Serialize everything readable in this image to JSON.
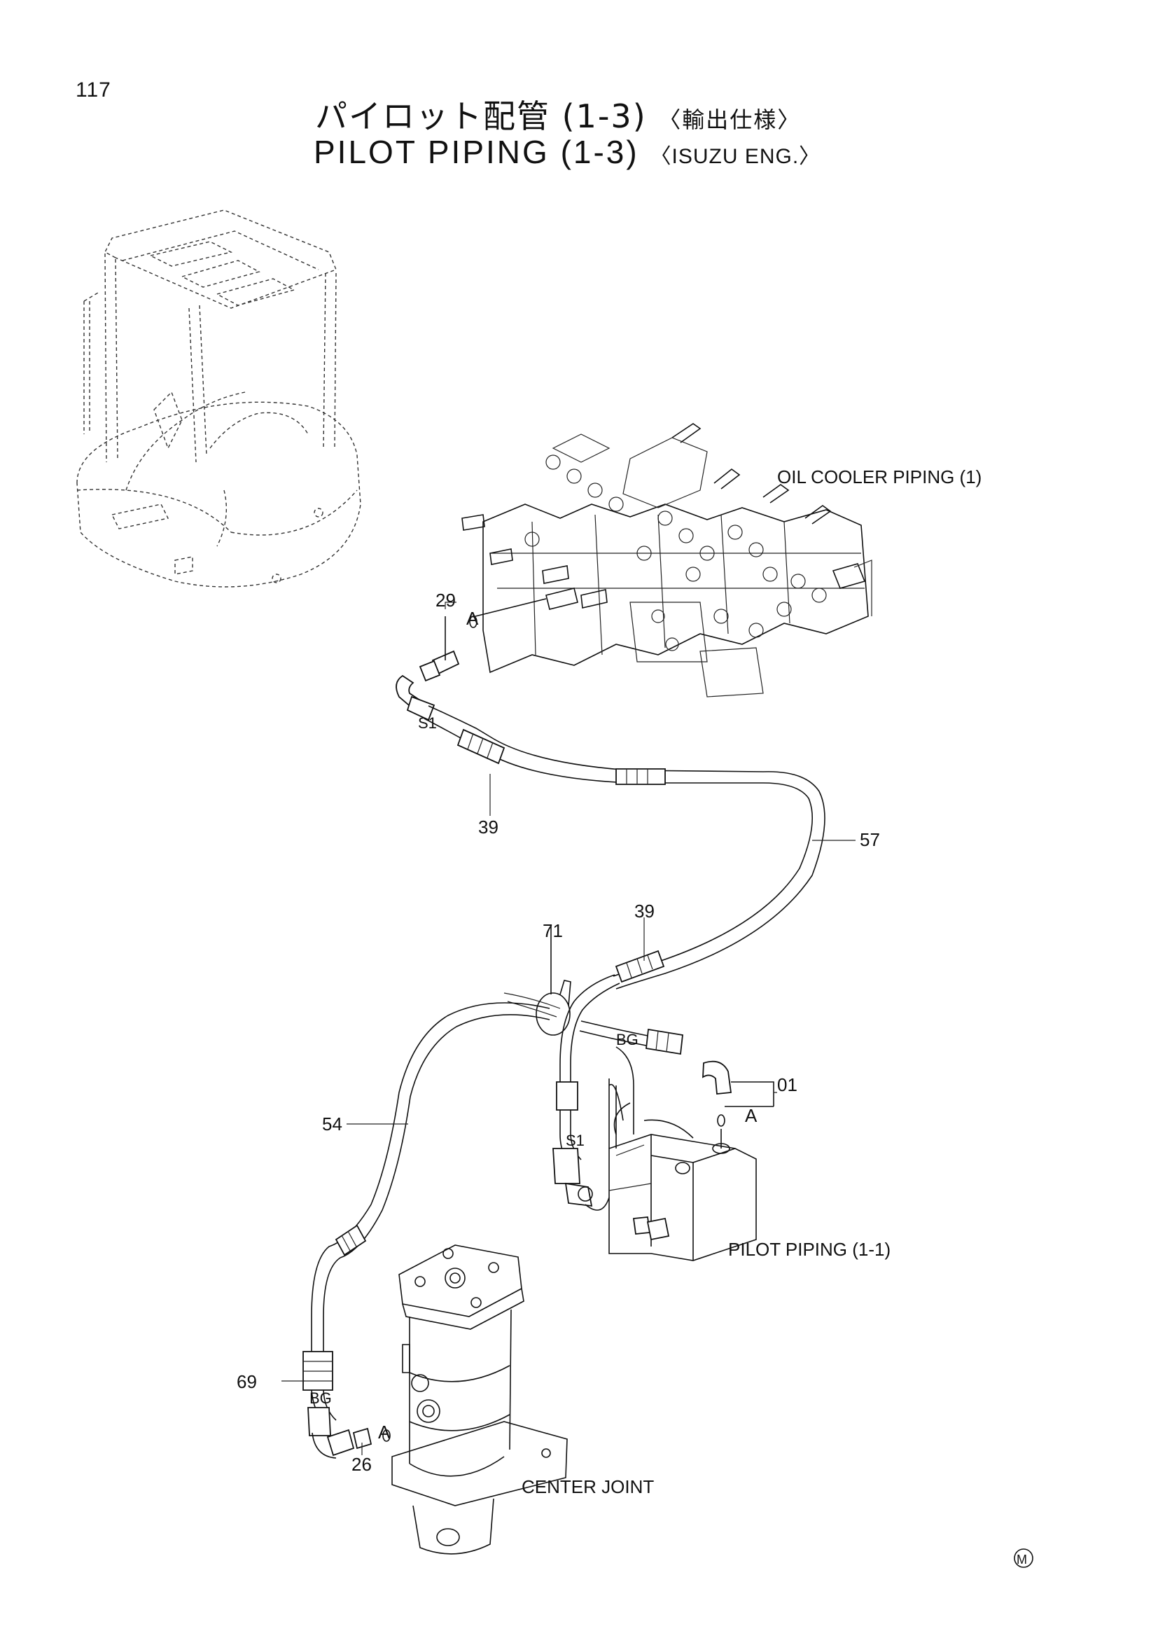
{
  "page": {
    "number": "117"
  },
  "title": {
    "jp": "パイロット配管 (1-3)",
    "jp_spec": "〈輸出仕様〉",
    "en": "PILOT PIPING (1-3)",
    "en_spec": "〈ISUZU ENG.〉"
  },
  "references": {
    "oil_cooler": "OIL COOLER PIPING (1)",
    "pilot_piping": "PILOT PIPING (1-1)",
    "center_joint": "CENTER JOINT"
  },
  "callouts": {
    "p29": "29",
    "p39a": "39",
    "p39b": "39",
    "p57": "57",
    "p71": "71",
    "p01": "01",
    "p54": "54",
    "p69": "69",
    "p26": "26"
  },
  "markers": {
    "a1": "A",
    "a2": "A",
    "a3": "A",
    "s1a": "S1",
    "s1b": "S1",
    "bg1": "BG",
    "bg2": "BG",
    "m": "M"
  }
}
